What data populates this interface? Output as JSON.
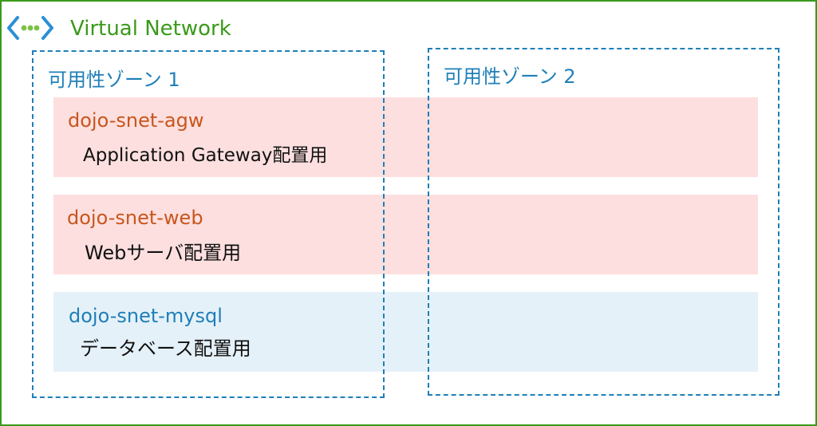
{
  "network": {
    "title": "Virtual Network",
    "icon": "virtual-network-icon",
    "border_color": "#3a9a1a"
  },
  "zones": [
    {
      "label": "可用性ゾーン 1"
    },
    {
      "label": "可用性ゾーン 2"
    }
  ],
  "subnets": [
    {
      "name": "dojo-snet-agw",
      "description": "Application Gateway配置用",
      "fill": "#fdd7d7",
      "name_color": "#c8561c"
    },
    {
      "name": "dojo-snet-web",
      "description": "Webサーバ配置用",
      "fill": "#fdd7d7",
      "name_color": "#c8561c"
    },
    {
      "name": "dojo-snet-mysql",
      "description": "データベース配置用",
      "fill": "#d7e9f5",
      "name_color": "#1f7fb8"
    }
  ],
  "zone_color": "#1f7fb8"
}
